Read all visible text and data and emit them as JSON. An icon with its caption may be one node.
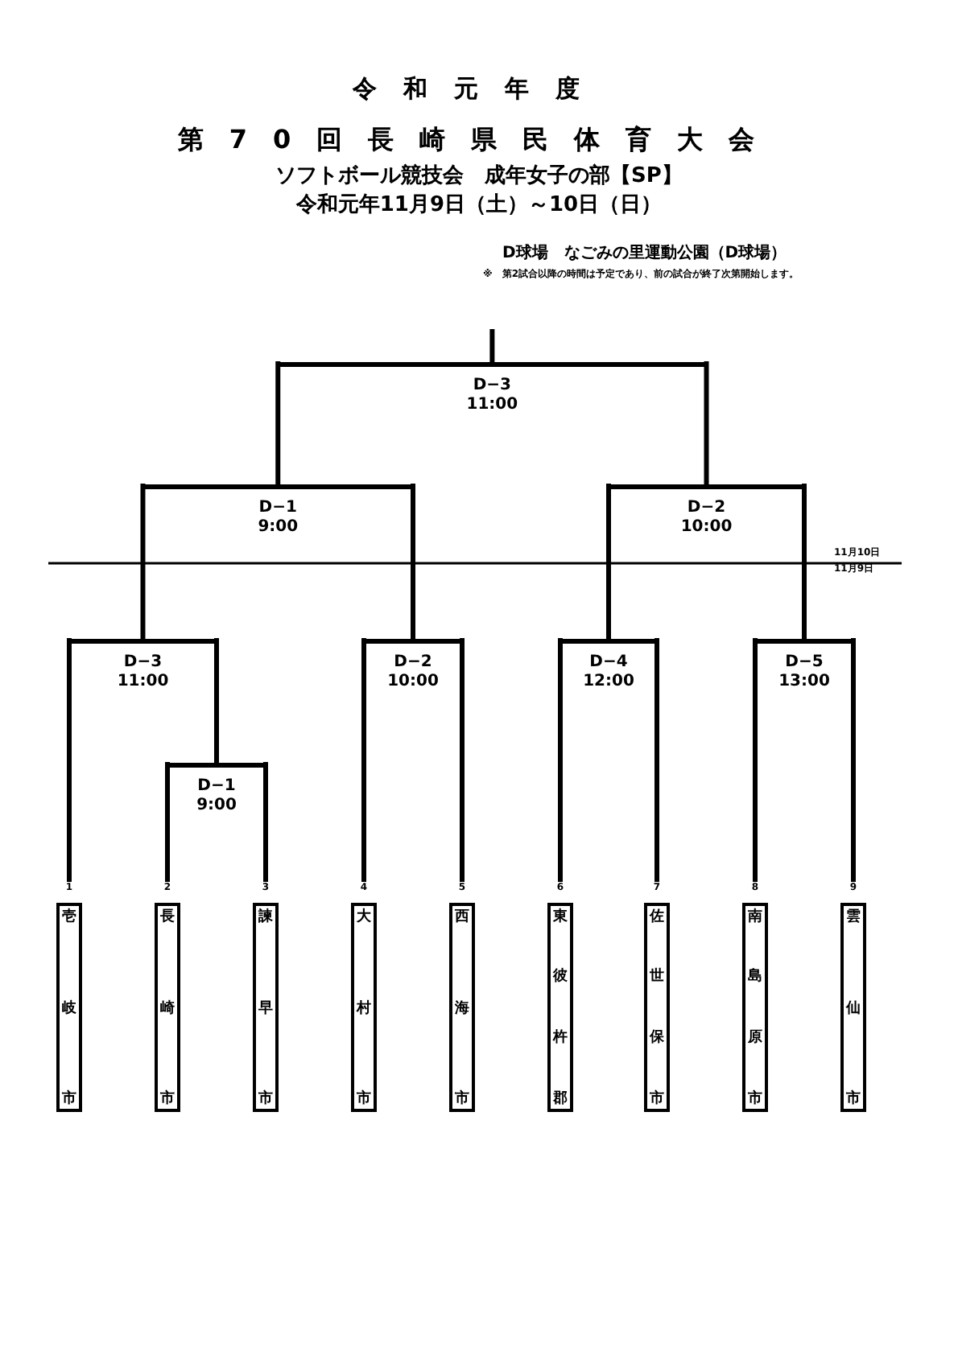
{
  "diagram": {
    "title": "第70回長崎県民体育大会",
    "nodes": [
      {
        "text": [
          "D−3",
          "11:00"
        ]
      },
      {
        "text": [
          "D−1",
          "9:00"
        ]
      },
      {
        "text": [
          "D−2",
          "10:00"
        ]
      },
      {
        "text": [
          "D−3",
          "11:00"
        ]
      },
      {
        "text": [
          "D−1",
          "9:00"
        ]
      },
      {
        "text": [
          "D−2",
          "10:00"
        ]
      },
      {
        "text": [
          "D−4",
          "12:00"
        ]
      },
      {
        "text": [
          "D−5",
          "13:00"
        ]
      },
      {
        "text": [
          "壱岐市"
        ],
        "beside": [
          "1"
        ]
      },
      {
        "text": [
          "長崎市"
        ],
        "beside": [
          "2"
        ]
      },
      {
        "text": [
          "諫早市"
        ],
        "beside": [
          "3"
        ]
      },
      {
        "text": [
          "大村市"
        ],
        "beside": [
          "4"
        ]
      },
      {
        "text": [
          "西海市"
        ],
        "beside": [
          "5"
        ]
      },
      {
        "text": [
          "東彼杵郡"
        ],
        "beside": [
          "6"
        ]
      },
      {
        "text": [
          "佐世保市"
        ],
        "beside": [
          "7"
        ]
      },
      {
        "text": [
          "南島原市"
        ],
        "beside": [
          "8"
        ]
      },
      {
        "text": [
          "雲仙市"
        ],
        "beside": [
          "9"
        ]
      }
    ],
    "edges": [
      {
        "from": 0,
        "to": null,
        "arrow": "none"
      },
      {
        "from": 1,
        "to": 0,
        "arrow": "none"
      },
      {
        "from": 2,
        "to": 0,
        "arrow": "none"
      },
      {
        "from": 3,
        "to": 1,
        "arrow": "none"
      },
      {
        "from": 5,
        "to": 1,
        "arrow": "none"
      },
      {
        "from": 6,
        "to": 2,
        "arrow": "none"
      },
      {
        "from": 7,
        "to": 2,
        "arrow": "none"
      },
      {
        "from": 8,
        "to": 3,
        "arrow": "none"
      },
      {
        "from": 4,
        "to": 3,
        "arrow": "none"
      },
      {
        "from": 9,
        "to": 4,
        "arrow": "none"
      },
      {
        "from": 10,
        "to": 4,
        "arrow": "none"
      },
      {
        "from": 11,
        "to": 5,
        "arrow": "none"
      },
      {
        "from": 12,
        "to": 5,
        "arrow": "none"
      },
      {
        "from": 13,
        "to": 6,
        "arrow": "none"
      },
      {
        "from": 14,
        "to": 6,
        "arrow": "none"
      },
      {
        "from": 15,
        "to": 7,
        "arrow": "none"
      },
      {
        "from": 16,
        "to": 7,
        "arrow": "none"
      }
    ],
    "labels": [
      "令和元年度",
      "ソフトボール競技会　成年女子の部【SP】",
      "令和元年11月9日（土）～10日（日）",
      "D球場　なごみの里運動公園（D球場）",
      "※　第2試合以降の時間は予定であり、前の試合が終了次第開始します。",
      "11月10日",
      "11月9日"
    ]
  }
}
